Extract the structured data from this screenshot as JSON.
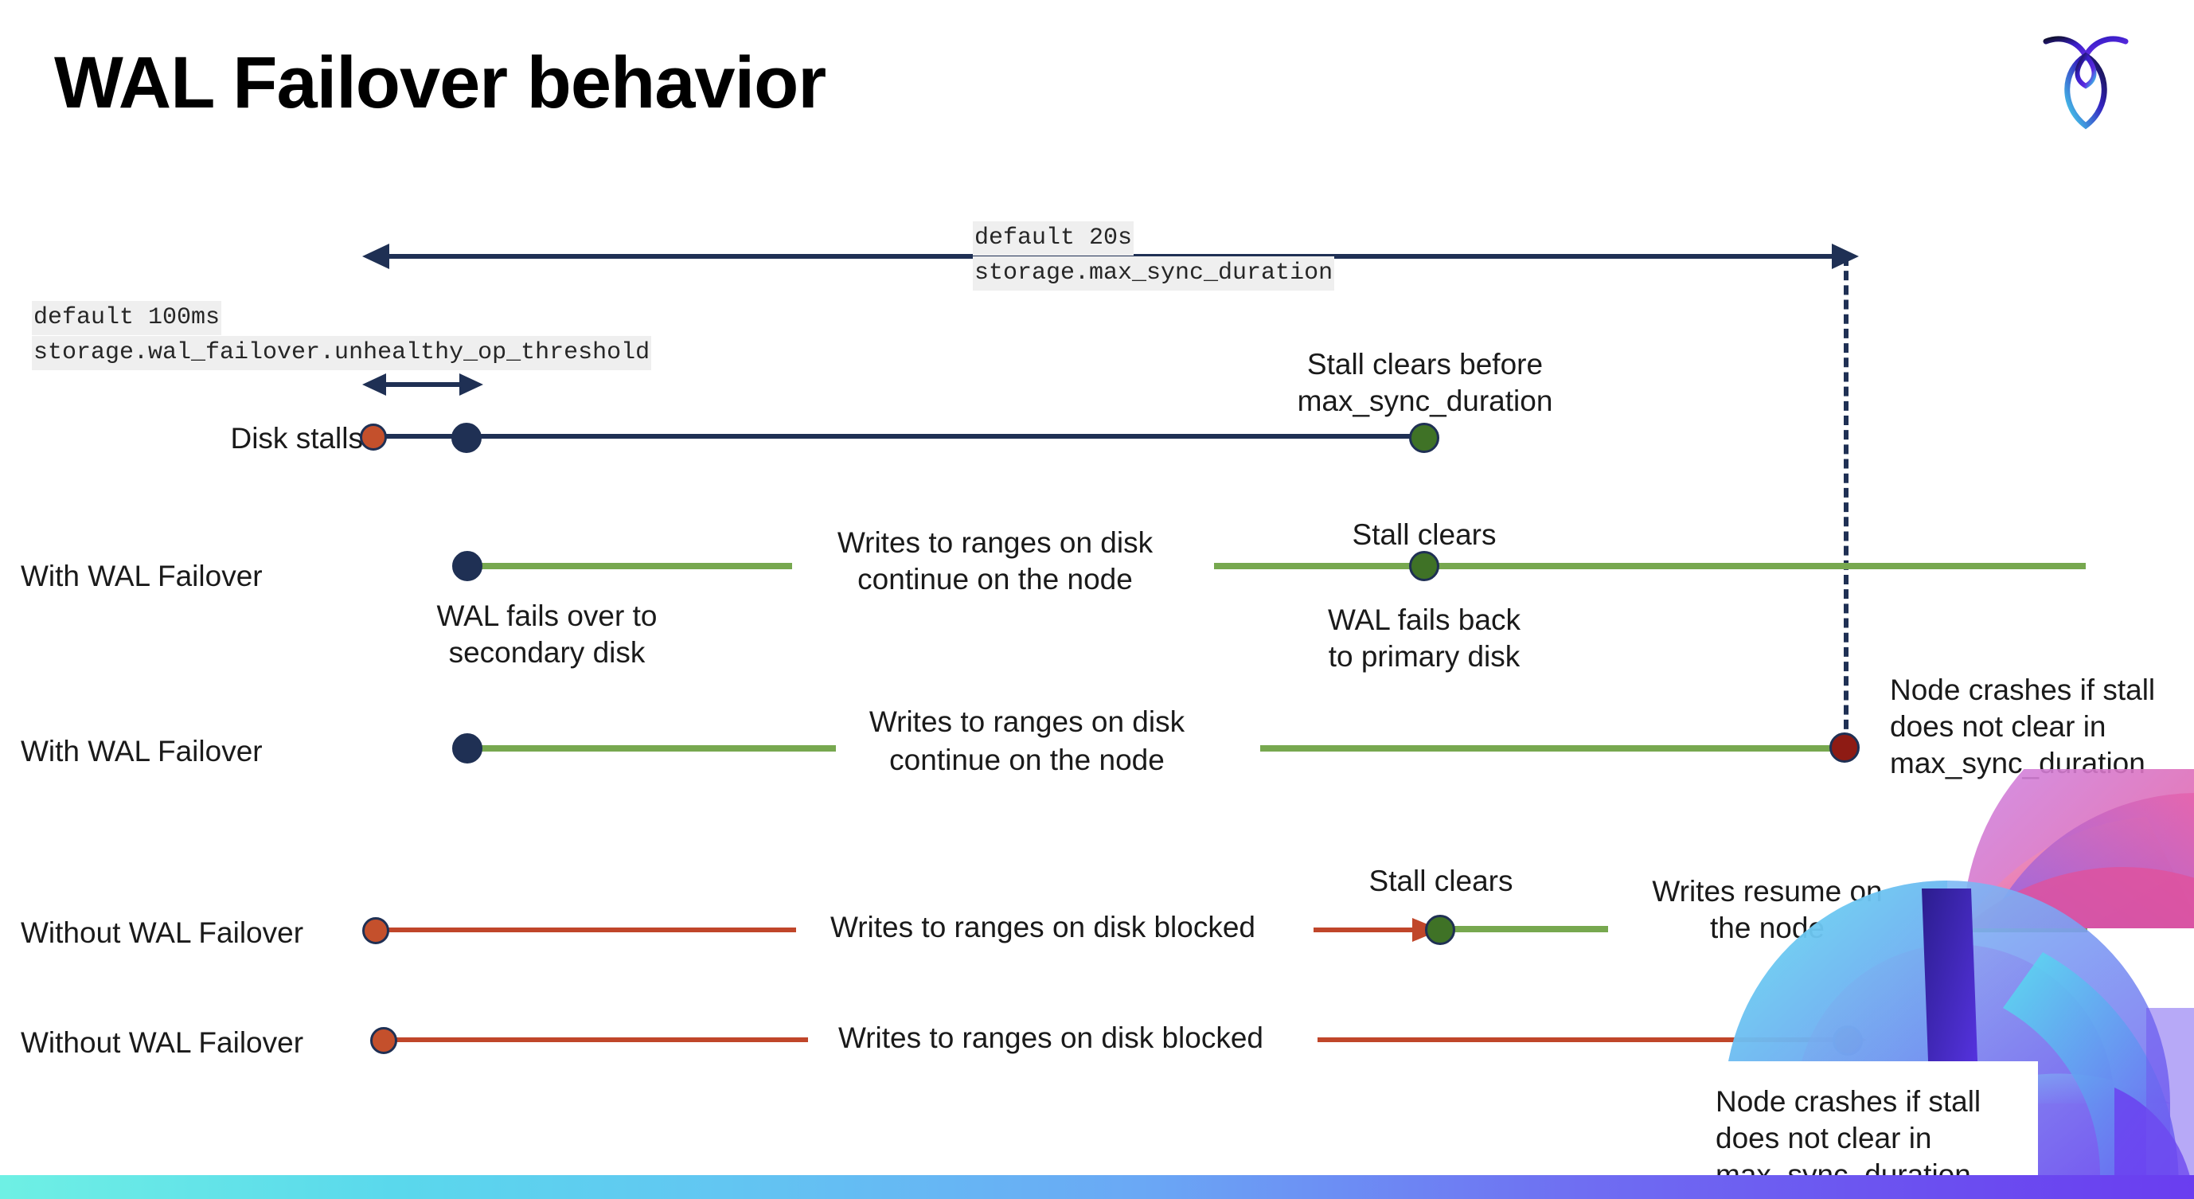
{
  "slide": {
    "title": "WAL Failover behavior",
    "logo_name": "cockroachdb-logo"
  },
  "settings": {
    "max_sync": {
      "default_label": "default 20s",
      "setting_name": "storage.max_sync_duration"
    },
    "unhealthy_threshold": {
      "default_label": "default 100ms",
      "setting_name": "storage.wal_failover.unhealthy_op_threshold"
    }
  },
  "rows": [
    {
      "id": "disk-stalls",
      "label": "Disk stalls",
      "annotations": [
        "Stall clears before",
        "max_sync_duration"
      ]
    },
    {
      "id": "with-wal-failover-clears",
      "label": "With WAL Failover",
      "mid_note_line1": "Writes to ranges on disk",
      "mid_note_line2": "continue on the node",
      "below_note_line1": "WAL fails over to",
      "below_note_line2": "secondary disk",
      "stall_label": "Stall clears",
      "failback_line1": "WAL fails  back",
      "failback_line2": "to primary disk"
    },
    {
      "id": "with-wal-failover-crash",
      "label": "With WAL Failover",
      "mid_note_line1": "Writes to ranges on disk",
      "mid_note_line2": "continue on the node",
      "crash_note_line1": "Node crashes if stall",
      "crash_note_line2": "does not clear in",
      "crash_note_line3": "max_sync_duration"
    },
    {
      "id": "without-wal-failover-clears",
      "label": "Without WAL Failover",
      "blocked_note": "Writes to ranges on disk  blocked",
      "stall_label": "Stall clears",
      "resume_note_line1": "Writes resume on",
      "resume_note_line2": "the node"
    },
    {
      "id": "without-wal-failover-crash",
      "label": "Without WAL Failover",
      "blocked_note": "Writes to ranges on disk  blocked",
      "crash_note_line1": "Node crashes if stall",
      "crash_note_line2": "does not clear in",
      "crash_note_line3": "max_sync_duration"
    }
  ],
  "colors": {
    "navy": "#1f3054",
    "green_line": "#77a84f",
    "green_dot": "#3f7226",
    "red_line": "#c0462a",
    "orange_dot": "#c4502c",
    "dark_red_dot": "#8e1b14",
    "chip_bg": "#efefef"
  }
}
